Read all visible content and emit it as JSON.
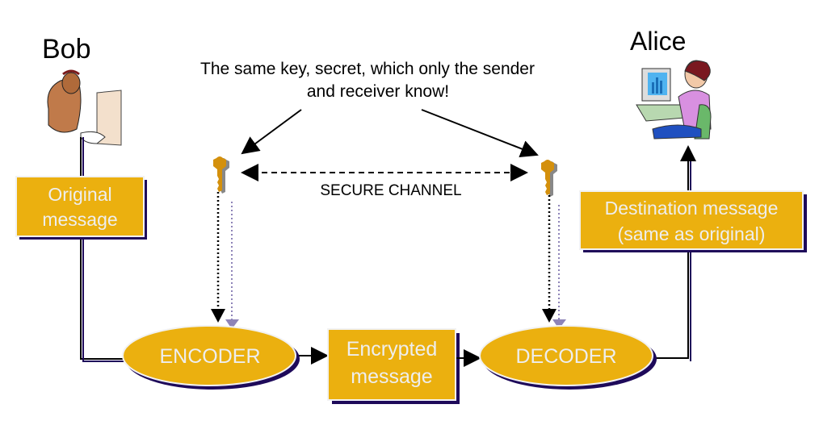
{
  "sender": {
    "name": "Bob"
  },
  "receiver": {
    "name": "Alice"
  },
  "note": {
    "line1": "The same key, secret, which only the sender",
    "line2": "and receiver know!"
  },
  "channel": {
    "label": "SECURE CHANNEL"
  },
  "nodes": {
    "original": {
      "line1": "Original",
      "line2": "message"
    },
    "encoder": {
      "label": "ENCODER"
    },
    "encrypted": {
      "line1": "Encrypted",
      "line2": "message"
    },
    "decoder": {
      "label": "DECODER"
    },
    "destination": {
      "line1": "Destination message",
      "line2": "(same as original)"
    }
  },
  "colors": {
    "node_fill": "#EBB00F",
    "node_shadow": "#1E0A5A",
    "node_text": "#EEEEEE",
    "key": "#D4900C",
    "dotted_secondary": "#8E84B8"
  }
}
